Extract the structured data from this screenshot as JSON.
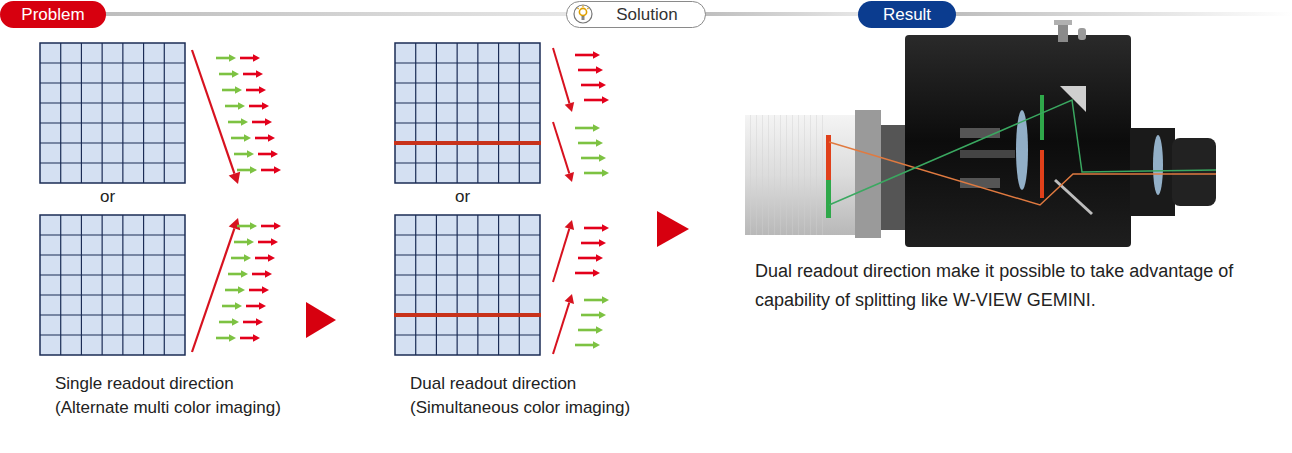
{
  "diagram": {
    "nodes": [
      {
        "text": [
          "Problem"
        ]
      },
      {
        "text": [
          "Solution"
        ]
      },
      {
        "text": [
          "Result"
        ]
      }
    ],
    "labels": [
      "or",
      "or",
      "Single readout direction (Alternate multi color imaging)",
      "Dual readout direction (Simultaneous color imaging)",
      "Dual readout direction make it possible to take advantage of capability of splitting like W-VIEW GEMINI."
    ]
  }
}
